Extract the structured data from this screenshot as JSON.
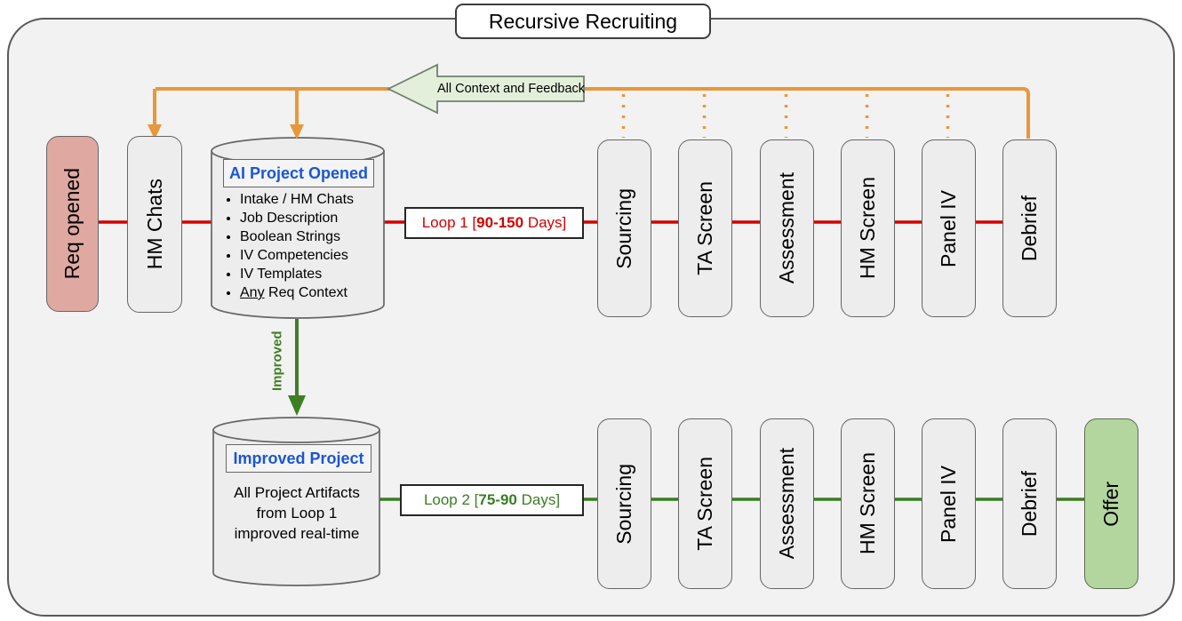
{
  "title": "Recursive Recruiting",
  "feedback": {
    "label": "All Context and Feedback"
  },
  "improved_arrow": {
    "label": "Improved"
  },
  "req_opened": {
    "label": "Req opened"
  },
  "hm_chats": {
    "label": "HM Chats"
  },
  "ai_project": {
    "header": "AI Project Opened",
    "bullets": [
      "Intake / HM Chats",
      "Job Description",
      "Boolean Strings",
      "IV Competencies",
      "IV Templates"
    ],
    "last_bullet": {
      "underlined": "Any",
      "rest": " Req Context"
    }
  },
  "improved_project": {
    "header": "Improved Project",
    "lines": [
      "All Project Artifacts",
      "from Loop 1",
      "improved real-time"
    ]
  },
  "loop1": {
    "prefix": "Loop 1 [",
    "bold": "90-150",
    "suffix": " Days]",
    "stages": [
      "Sourcing",
      "TA Screen",
      "Assessment",
      "HM Screen",
      "Panel IV",
      "Debrief"
    ]
  },
  "loop2": {
    "prefix": "Loop 2 [",
    "bold": "75-90",
    "suffix": " Days]",
    "stages": [
      "Sourcing",
      "TA Screen",
      "Assessment",
      "HM Screen",
      "Panel IV",
      "Debrief"
    ],
    "offer": "Offer"
  },
  "colors": {
    "orange": "#E8973A",
    "red": "#D40000",
    "green": "#3A7D23",
    "blue_header": "#1A56D6",
    "pink_fill": "#DFA9A2",
    "green_fill": "#B3D69F",
    "gray_fill": "#EDEDED",
    "feedback_fill": "#E3EFDA",
    "container_fill": "#F2F2F2"
  }
}
